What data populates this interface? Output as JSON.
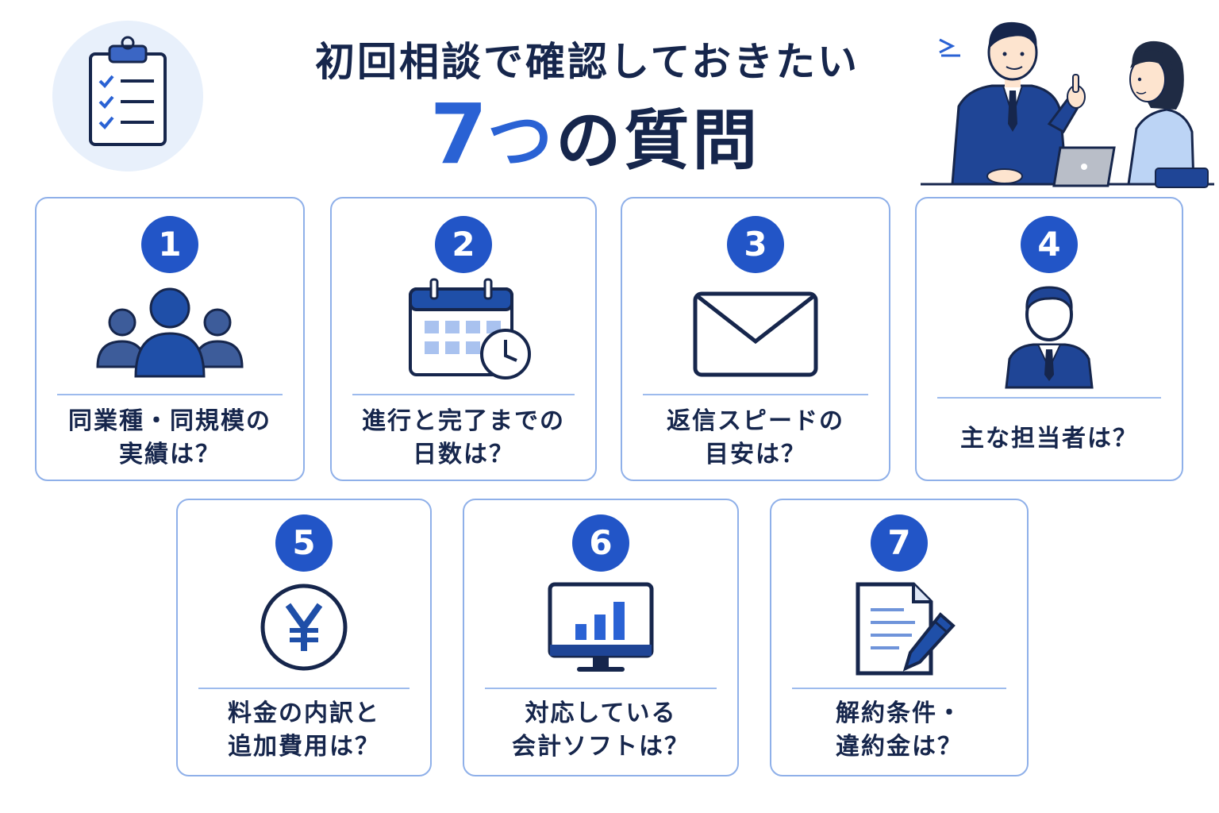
{
  "header": {
    "title_line1": "初回相談で確認しておきたい",
    "title_line2_number": "7",
    "title_line2_tsu": "つ",
    "title_line2_rest": "の質問"
  },
  "questions": [
    {
      "number": "1",
      "icon": "people-group-icon",
      "lines": [
        "同業種・同規模の",
        "実績は？"
      ]
    },
    {
      "number": "2",
      "icon": "calendar-clock-icon",
      "lines": [
        "進行と完了までの",
        "日数は？"
      ]
    },
    {
      "number": "3",
      "icon": "envelope-icon",
      "lines": [
        "返信スピードの",
        "目安は？"
      ]
    },
    {
      "number": "4",
      "icon": "person-suit-icon",
      "lines": [
        "主な担当者は？"
      ]
    },
    {
      "number": "5",
      "icon": "yen-coin-icon",
      "lines": [
        "料金の内訳と",
        "追加費用は？"
      ]
    },
    {
      "number": "6",
      "icon": "monitor-chart-icon",
      "lines": [
        "対応している",
        "会計ソフトは？"
      ]
    },
    {
      "number": "7",
      "icon": "contract-pen-icon",
      "lines": [
        "解約条件・",
        "違約金は？"
      ]
    }
  ],
  "colors": {
    "brand_blue": "#2255c7",
    "navy": "#16264c",
    "card_border": "#8fb0e9",
    "icon_fill": "#1f4fa8",
    "icon_light": "#a9c2ef"
  }
}
